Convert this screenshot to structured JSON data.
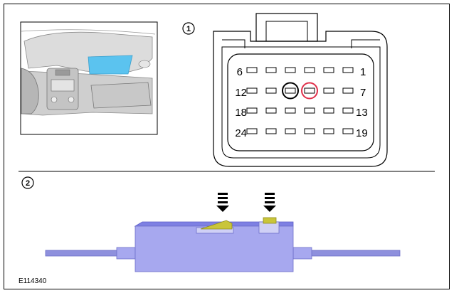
{
  "figure_id": "E114340",
  "panels": [
    {
      "callout": "1"
    },
    {
      "callout": "2"
    }
  ],
  "connector": {
    "pin_labels": {
      "row1_left": "6",
      "row1_right": "1",
      "row2_left": "12",
      "row2_right": "7",
      "row3_left": "18",
      "row3_right": "13",
      "row4_left": "24",
      "row4_right": "19"
    },
    "highlighted_pins": [
      {
        "row": 2,
        "col": 3,
        "ring_color": "#000000"
      },
      {
        "row": 2,
        "col": 4,
        "ring_color": "#e0304a"
      }
    ]
  },
  "colors": {
    "location_highlight": "#5bc3ef",
    "switch_body": "#a7a8ef",
    "switch_top": "#7e80e3",
    "actuator": "#c9c53a",
    "wire": "#8e90dd",
    "arrow": "#000000"
  },
  "icons": {
    "press_arrow": "dashed-down-arrow-icon",
    "dashboard_view": "dashboard-location-illustration"
  }
}
